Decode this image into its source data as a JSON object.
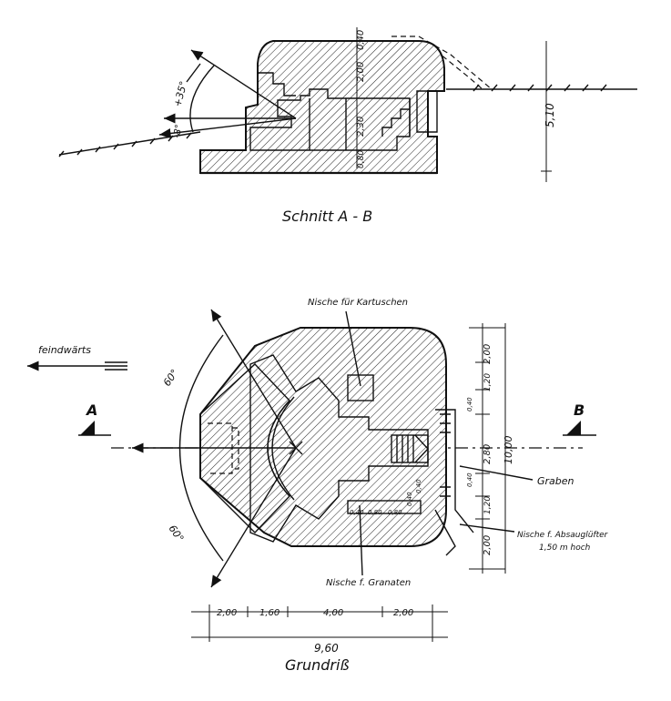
{
  "section": {
    "title": "Schnitt A - B",
    "dims": {
      "angle_up": "+35°",
      "angle_down": "-8°",
      "roof_top": "0,40",
      "roof": "2,00",
      "room_height": "2,30",
      "floor": "0,80",
      "total_height": "5,10"
    }
  },
  "plan": {
    "title": "Grundriß",
    "direction": "feindwärts",
    "section_a": "A",
    "section_b": "B",
    "angle_upper": "60°",
    "angle_lower": "60°",
    "labels": {
      "niche_cartridges": "Nische für Kartuschen",
      "niche_grenades": "Nische f. Granaten",
      "trench": "Graben",
      "niche_ventilator": "Nische f. Absauglüfter",
      "niche_ventilator_height": "1,50 m hoch"
    },
    "dims_bottom": {
      "seg1": "2,00",
      "seg2": "1,60",
      "seg3": "4,00",
      "seg4": "2,00",
      "total": "9,60"
    },
    "dims_right": {
      "d1": "2,00",
      "d2": "1,20",
      "d3": "0,40",
      "d4": "2,80",
      "d5": "0,40",
      "d6": "1,20",
      "d7": "2,00",
      "total": "10,00"
    },
    "dims_niche": {
      "a": "0,40",
      "b": "0,80",
      "c": "0,80",
      "d": "0,40",
      "e": "0,40"
    }
  }
}
